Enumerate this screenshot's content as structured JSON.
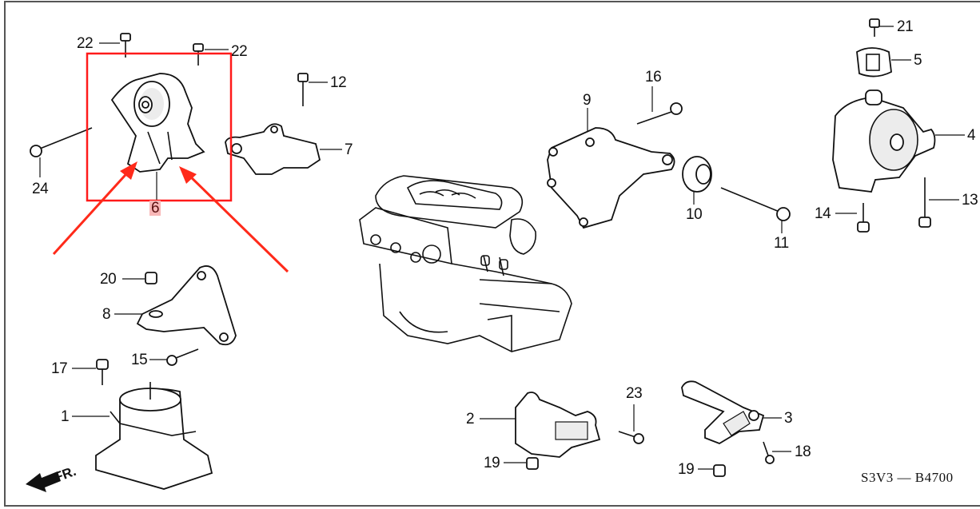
{
  "diagram": {
    "title_code": "S3V3 — B4700",
    "direction_label": "FR.",
    "highlight": {
      "part": "6",
      "box_color": "#ff1a1a",
      "arrow_color": "#ff2a1a",
      "label_bg": "#f8b8b8"
    },
    "callouts": [
      {
        "id": "22a",
        "text": "22"
      },
      {
        "id": "22b",
        "text": "22"
      },
      {
        "id": "24",
        "text": "24"
      },
      {
        "id": "6",
        "text": "6"
      },
      {
        "id": "12",
        "text": "12"
      },
      {
        "id": "7",
        "text": "7"
      },
      {
        "id": "9",
        "text": "9"
      },
      {
        "id": "16",
        "text": "16"
      },
      {
        "id": "10",
        "text": "10"
      },
      {
        "id": "11",
        "text": "11"
      },
      {
        "id": "21",
        "text": "21"
      },
      {
        "id": "5",
        "text": "5"
      },
      {
        "id": "4",
        "text": "4"
      },
      {
        "id": "13",
        "text": "13"
      },
      {
        "id": "14",
        "text": "14"
      },
      {
        "id": "20",
        "text": "20"
      },
      {
        "id": "8",
        "text": "8"
      },
      {
        "id": "15",
        "text": "15"
      },
      {
        "id": "17",
        "text": "17"
      },
      {
        "id": "1",
        "text": "1"
      },
      {
        "id": "23",
        "text": "23"
      },
      {
        "id": "2",
        "text": "2"
      },
      {
        "id": "19a",
        "text": "19"
      },
      {
        "id": "3",
        "text": "3"
      },
      {
        "id": "18",
        "text": "18"
      },
      {
        "id": "19b",
        "text": "19"
      }
    ]
  }
}
